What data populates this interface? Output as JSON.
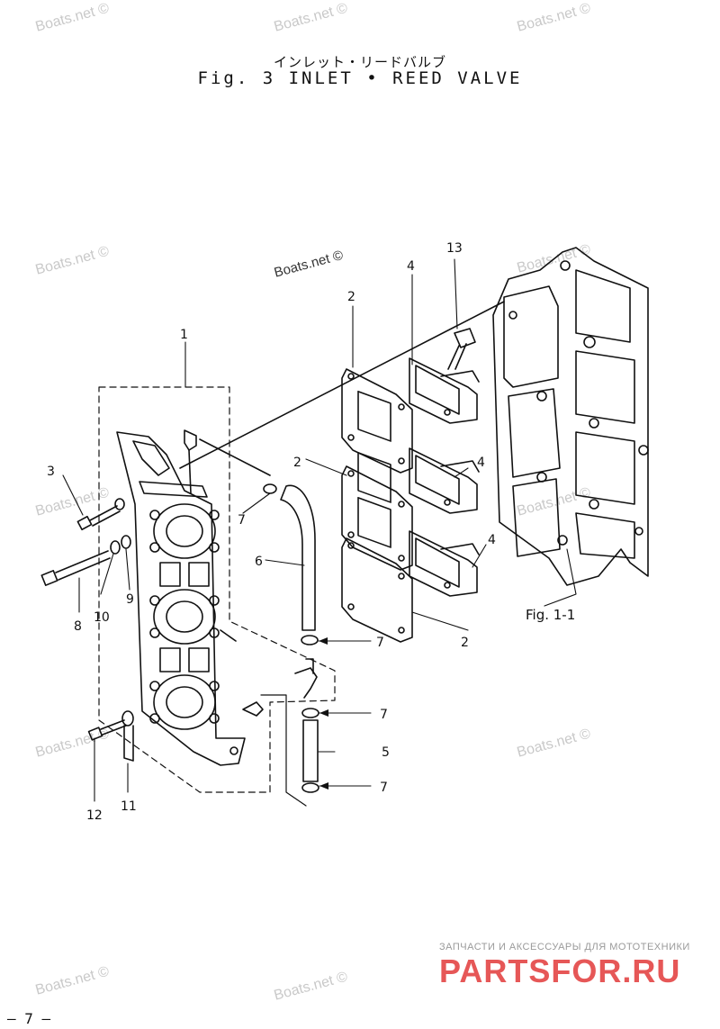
{
  "title": {
    "japanese": "インレット・リードバルブ",
    "english": "Fig. 3  INLET • REED VALVE"
  },
  "watermarks": [
    "Boats.net ©",
    "Boats.net ©",
    "Boats.net ©",
    "Boats.net ©",
    "Boats.net ©",
    "Boats.net ©",
    "Boats.net ©",
    "Boats.net ©",
    "Boats.net ©",
    "Boats.net ©",
    "Boats.net ©",
    "Boats.net ©"
  ],
  "callouts": {
    "c1": "1",
    "c2a": "2",
    "c2b": "2",
    "c2c": "2",
    "c3": "3",
    "c4a": "4",
    "c4b": "4",
    "c4c": "4",
    "c5": "5",
    "c6": "6",
    "c7a": "7",
    "c7b": "7",
    "c7c": "7",
    "c7d": "7",
    "c8": "8",
    "c9": "9",
    "c10": "10",
    "c11": "11",
    "c12": "12",
    "c13": "13"
  },
  "reference": "Fig. 1-1",
  "footer": {
    "tagline": "ЗАПЧАСТИ И АКСЕССУАРЫ ДЛЯ МОТОТЕХНИКИ",
    "brand": "PARTSFOR.RU"
  },
  "page_number": "– 7 –"
}
